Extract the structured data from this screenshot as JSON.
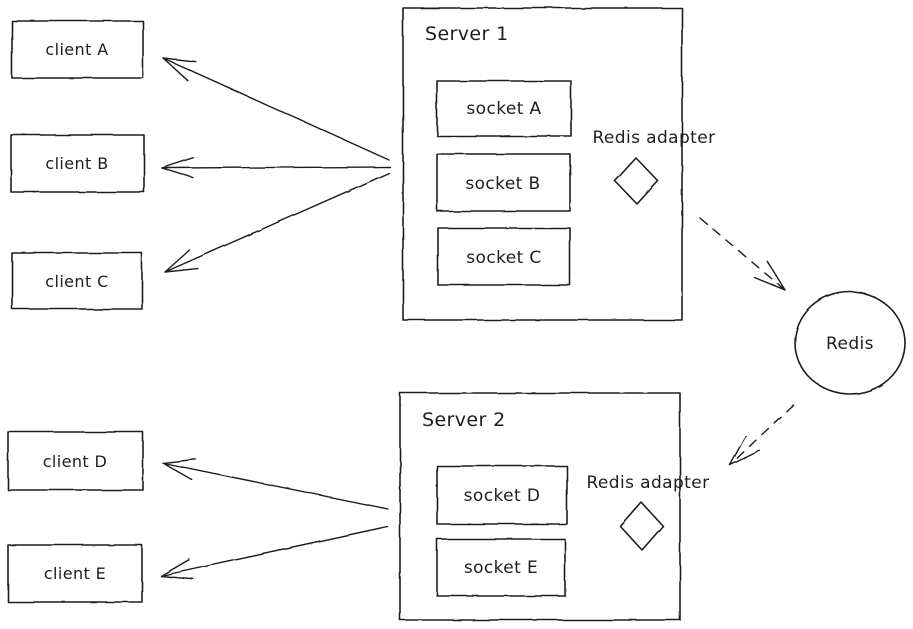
{
  "colors": {
    "stroke": "#1e1e1e",
    "background": "#ffffff"
  },
  "clients": [
    {
      "label": "client A"
    },
    {
      "label": "client B"
    },
    {
      "label": "client C"
    },
    {
      "label": "client D"
    },
    {
      "label": "client E"
    }
  ],
  "servers": [
    {
      "label": "Server 1",
      "sockets": [
        {
          "label": "socket A"
        },
        {
          "label": "socket B"
        },
        {
          "label": "socket C"
        }
      ],
      "adapter": {
        "label": "Redis adapter"
      }
    },
    {
      "label": "Server 2",
      "sockets": [
        {
          "label": "socket D"
        },
        {
          "label": "socket E"
        }
      ],
      "adapter": {
        "label": "Redis adapter"
      }
    }
  ],
  "redis": {
    "label": "Redis"
  },
  "edges": [
    {
      "from": "Server 1",
      "to": "client A",
      "style": "solid-arrow"
    },
    {
      "from": "Server 1",
      "to": "client B",
      "style": "solid-arrow"
    },
    {
      "from": "Server 1",
      "to": "client C",
      "style": "solid-arrow"
    },
    {
      "from": "Server 2",
      "to": "client D",
      "style": "solid-arrow"
    },
    {
      "from": "Server 2",
      "to": "client E",
      "style": "solid-arrow"
    },
    {
      "from": "Server 1 Redis adapter",
      "to": "Redis",
      "style": "dashed-arrow"
    },
    {
      "from": "Redis",
      "to": "Server 2 Redis adapter",
      "style": "dashed-arrow"
    }
  ]
}
